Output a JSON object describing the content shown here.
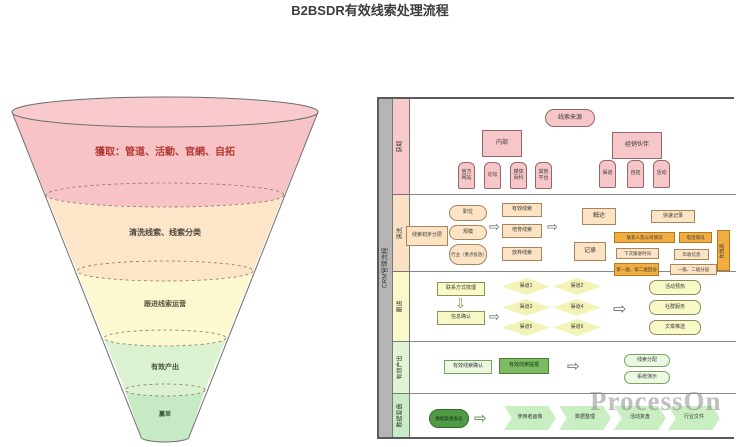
{
  "title": "B2BSDR有效线索处理流程",
  "watermark": "ProcessOn",
  "icons": {
    "arrow_right": "⇨",
    "arrow_down": "⇩"
  },
  "funnel": {
    "layers": [
      {
        "label": "獲取：管道、活動、官網、自拓",
        "color": "#f7c3c6"
      },
      {
        "label": "清洗线索、线索分类",
        "color": "#fce5c8"
      },
      {
        "label": "跟进线索运营",
        "color": "#fcf8d0"
      },
      {
        "label": "有效产出",
        "color": "#daf2cf"
      },
      {
        "label": "赢单",
        "color": "#c6ebc4"
      }
    ]
  },
  "flowchart": {
    "frame_label": "CRM管理流程",
    "lanes": [
      {
        "label": "获取",
        "color": "#f7c9cb"
      },
      {
        "label": "清洗",
        "color": "#fae1c3"
      },
      {
        "label": "跟进",
        "color": "#fbf8c9"
      },
      {
        "label": "有效产出",
        "color": "#e0f4d5"
      },
      {
        "label": "数据复盘",
        "color": "#c8ecc5"
      }
    ],
    "acquisition": {
      "source": "线索来源",
      "internal": {
        "label": "内部",
        "children": [
          "官方网站",
          "论坛",
          "媒体百科",
          "其他平台"
        ]
      },
      "partner": {
        "label": "经销伙伴",
        "children": [
          "渠道",
          "自拓",
          "活动"
        ]
      }
    },
    "cleaning": {
      "layering": "线索初步分层",
      "criteria": [
        "职位",
        "规模",
        "行业（重点投放）"
      ],
      "classes": [
        "有效线索",
        "培育线索",
        "放弃线索"
      ],
      "touch": "触达",
      "record": "记录",
      "quick_record": "快速记录",
      "field_contact": "联系人及公司情况",
      "field_phone": "电话情况",
      "field_next": "下次跟进时间",
      "field_revenue": "年收信息",
      "field_rounds": "第一遍、第二遍回访",
      "field_levels": "一级、二级分层",
      "table": "在线表"
    },
    "followup": {
      "sort": "联系方式梳理",
      "confirm": "信息确认",
      "channels": [
        "渠道1",
        "渠道2",
        "渠道3",
        "渠道4",
        "渠道5",
        "渠道6"
      ],
      "outputs": [
        "活动预热",
        "社群服务",
        "文章推送"
      ]
    },
    "output": {
      "confirm": "有效线索确认",
      "submit": "有效线索提报",
      "results": [
        "线索分配",
        "系统演示"
      ]
    },
    "review": {
      "meeting": "数据复盘会议",
      "steps": [
        "使用者画像",
        "数据整理",
        "活动复盘",
        "行业文件"
      ]
    }
  }
}
